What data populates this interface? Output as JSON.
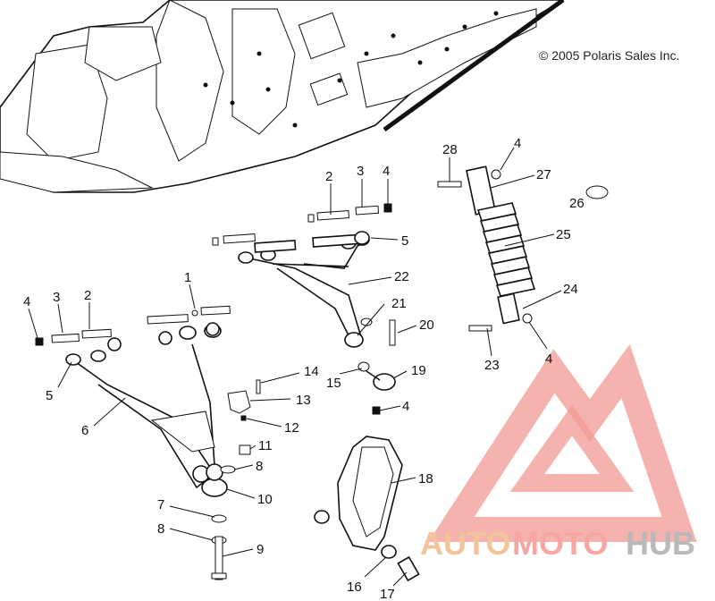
{
  "copyright": "© 2005 Polaris Sales Inc.",
  "watermark": {
    "part1": "AUTO",
    "part2": "MOTO",
    "part3": "HUB",
    "color_triangle": "#f29a94",
    "color_auto": "#f2c49a",
    "color_hub": "#b9b9b9"
  },
  "callouts": {
    "c28": "28",
    "c4a": "4",
    "c27": "27",
    "c26": "26",
    "c25": "25",
    "c24": "24",
    "c23": "23",
    "c4b": "4",
    "c2a": "2",
    "c3a": "3",
    "c4c": "4",
    "c5a": "5",
    "c22": "22",
    "c21": "21",
    "c20": "20",
    "c19": "19",
    "c15": "15",
    "c4d": "4",
    "c3b": "3",
    "c2b": "2",
    "c1": "1",
    "c5b": "5",
    "c6": "6",
    "c14": "14",
    "c13": "13",
    "c12": "12",
    "c11": "11",
    "c8a": "8",
    "c10": "10",
    "c7": "7",
    "c8b": "8",
    "c9": "9",
    "c4e": "4",
    "c18": "18",
    "c16": "16",
    "c17": "17"
  }
}
